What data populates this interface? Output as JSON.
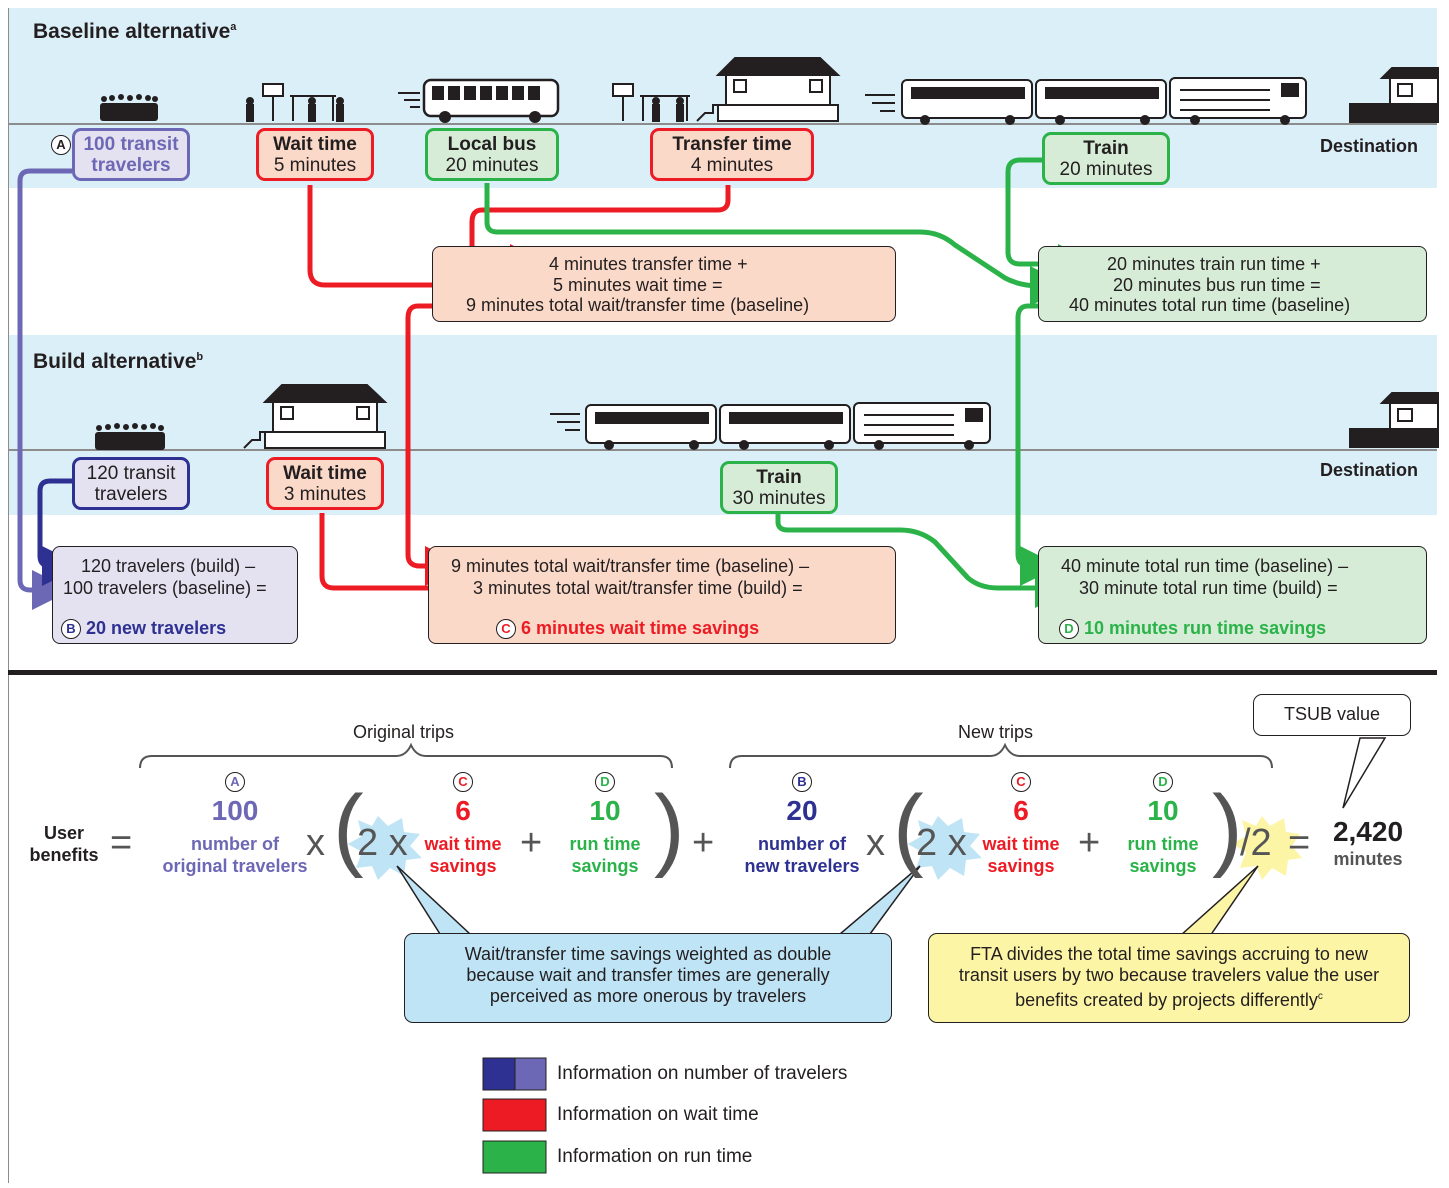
{
  "colors": {
    "red": "#ed1c24",
    "green": "#2bb34a",
    "navy": "#2e3192",
    "purple": "#6d68b5",
    "band": "#dbeff8"
  },
  "baseline": {
    "title": "Baseline alternative",
    "title_sup": "a",
    "a_marker": "A",
    "travelers_line1": "100 transit",
    "travelers_line2": "travelers",
    "wait_title": "Wait time",
    "wait_value": "5 minutes",
    "bus_title": "Local bus",
    "bus_value": "20 minutes",
    "transfer_title": "Transfer time",
    "transfer_value": "4 minutes",
    "train_title": "Train",
    "train_value": "20 minutes",
    "destination": "Destination"
  },
  "wait_calc_baseline": {
    "line1": "4 minutes transfer time +",
    "line2": "5 minutes wait time =",
    "line3": "9 minutes total wait/transfer time (baseline)"
  },
  "run_calc_baseline": {
    "line1": "20 minutes train run time +",
    "line2": "20 minutes bus run time =",
    "line3": "40 minutes total run time (baseline)"
  },
  "build": {
    "title": "Build alternative",
    "title_sup": "b",
    "travelers_line1": "120 transit",
    "travelers_line2": "travelers",
    "wait_title": "Wait time",
    "wait_value": "3 minutes",
    "train_title": "Train",
    "train_value": "30 minutes",
    "destination": "Destination"
  },
  "travelers_calc": {
    "line1": "120 travelers (build) –",
    "line2": "100 travelers (baseline) =",
    "marker": "B",
    "result": "20 new travelers"
  },
  "wait_calc_build": {
    "line1": "9 minutes total wait/transfer time (baseline) –",
    "line2": "3 minutes total wait/transfer time (build) =",
    "marker": "C",
    "result": "6 minutes wait time savings"
  },
  "run_calc_build": {
    "line1": "40 minute total run time (baseline) –",
    "line2": "30 minute total run time (build) =",
    "marker": "D",
    "result": "10 minutes run time savings"
  },
  "equation": {
    "lhs_line1": "User",
    "lhs_line2": "benefits",
    "equals": "=",
    "original_trips": "Original trips",
    "new_trips": "New trips",
    "tsub_label": "TSUB value",
    "term_a": {
      "marker": "A",
      "value": "100",
      "label1": "number of",
      "label2": "original travelers"
    },
    "term_c1": {
      "marker": "C",
      "value": "6",
      "label1": "wait time",
      "label2": "savings"
    },
    "term_d1": {
      "marker": "D",
      "value": "10",
      "label1": "run time",
      "label2": "savings"
    },
    "term_b": {
      "marker": "B",
      "value": "20",
      "label1": "number of",
      "label2": "new travelers"
    },
    "term_c2": {
      "marker": "C",
      "value": "6",
      "label1": "wait time",
      "label2": "savings"
    },
    "term_d2": {
      "marker": "D",
      "value": "10",
      "label1": "run time",
      "label2": "savings"
    },
    "times": "x",
    "plus": "+",
    "two_x": "2 x",
    "open_paren": "(",
    "close_paren": ")",
    "divide": "/2",
    "result_value": "2,420",
    "result_unit": "minutes"
  },
  "callouts": {
    "double": "Wait/transfer time savings weighted as double because wait and transfer times are generally perceived as more onerous by travelers",
    "half": "FTA divides the total time savings accruing to new transit users by two because travelers value the user benefits created by projects differently",
    "half_sup": "c"
  },
  "legend": [
    {
      "label": "Information on number of travelers"
    },
    {
      "label": "Information on wait time"
    },
    {
      "label": "Information on run time"
    }
  ]
}
